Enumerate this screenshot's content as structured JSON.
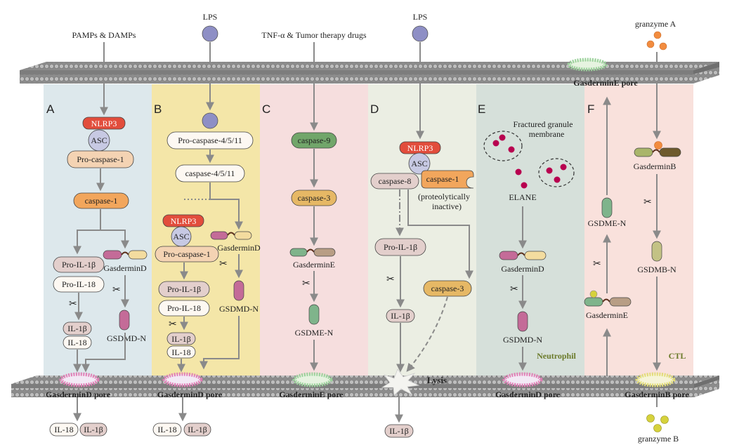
{
  "colors": {
    "panel_a": "#dde8ec",
    "panel_b": "#f4e6a8",
    "panel_c": "#f6dede",
    "panel_d": "#ebeee3",
    "panel_e": "#d6e0da",
    "panel_f": "#f9e1dc",
    "nlrp3": "#e24d3c",
    "asc": "#c7c9e3",
    "procasp": "#f4d3b3",
    "caspase1": "#f2a65c",
    "caspase3": "#e6b865",
    "caspase9": "#71a66a",
    "pro_il": "#e3cfcc",
    "lps": "#8e8fc5",
    "granzyme_a": "#f28c3f",
    "granzyme_b": "#d6d23c",
    "ripple": "#e17fb6",
    "green_pore": "#9bd19b",
    "yellow_pore": "#e2dc78"
  },
  "panels": {
    "a": "A",
    "b": "B",
    "c": "C",
    "d": "D",
    "e": "E",
    "f": "F"
  },
  "top_labels": {
    "pamps": "PAMPs & DAMPs",
    "lps_b": "LPS",
    "tnf": "TNF-α & Tumor therapy drugs",
    "lps_d": "LPS",
    "granzyme_a": "granzyme A"
  },
  "upper_membrane": {
    "gasdermine_pore": "GasderminE pore"
  },
  "lower_membrane": {
    "pore_a": "GasderminD pore",
    "pore_b": "GasderminD pore",
    "pore_c": "GasderminE pore",
    "lysis": "Lysis",
    "pore_e": "GasderminD pore",
    "pore_f": "GasderminB pore"
  },
  "released": {
    "a_il18": "IL-18",
    "a_il1b": "IL-1β",
    "b_il18": "IL-18",
    "b_il1b": "IL-1β",
    "d_il1b": "IL-1β",
    "granzyme_b": "granzyme B"
  },
  "panel_a": {
    "nlrp3": "NLRP3",
    "asc": "ASC",
    "pro_caspase1": "Pro-caspase-1",
    "caspase1": "caspase-1",
    "pro_il1b": "Pro-IL-1β",
    "pro_il18": "Pro-IL-18",
    "gasdermind": "GasderminD",
    "il1b": "IL-1β",
    "il18": "IL-18",
    "gsdmd_n": "GSDMD-N"
  },
  "panel_b": {
    "pro_caspase": "Pro-caspase-4/5/11",
    "caspase": "caspase-4/5/11",
    "nlrp3": "NLRP3",
    "asc": "ASC",
    "pro_caspase1": "Pro-caspase-1",
    "gasdermind": "GasderminD",
    "pro_il1b": "Pro-IL-1β",
    "pro_il18": "Pro-IL-18",
    "il1b": "IL-1β",
    "il18": "IL-18",
    "gsdmd_n": "GSDMD-N"
  },
  "panel_c": {
    "caspase9": "caspase-9",
    "caspase3": "caspase-3",
    "gasdermine": "GasderminE",
    "gsdme_n": "GSDME-N"
  },
  "panel_d": {
    "nlrp3": "NLRP3",
    "asc": "ASC",
    "caspase8": "caspase-8",
    "caspase1": "caspase-1",
    "inactive_1": "(proteolytically",
    "inactive_2": "inactive)",
    "pro_il1b": "Pro-IL-1β",
    "il1b": "IL-1β",
    "caspase3": "caspase-3"
  },
  "panel_e": {
    "fractured_1": "Fractured granule",
    "fractured_2": "membrane",
    "elane": "ELANE",
    "gasdermind": "GasderminD",
    "gsdmd_n": "GSDMD-N",
    "cell": "Neutrophil"
  },
  "panel_f": {
    "gsdme_n": "GSDME-N",
    "gasdermine": "GasderminE",
    "gasderminb": "GasderminB",
    "gsdmb_n": "GSDMB-N",
    "cell": "CTL"
  }
}
